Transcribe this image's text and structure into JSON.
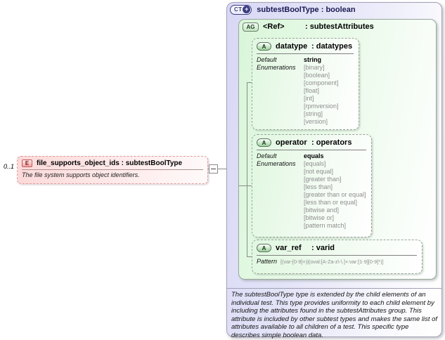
{
  "complex_type": {
    "badge": "CT",
    "plus": "+",
    "title": "subtestBoolType : boolean",
    "annotation": "The subtestBoolType type is extended by the child elements of an individual test.  This type provides uniformity to each child element by including the attributes found in the subtestAttributes group.  This attribute is included by other subtest types and makes the same list of attributes available to all children of a test.  This specific type describes simple boolean data."
  },
  "attribute_group": {
    "badge": "AG",
    "name": "<Ref>",
    "type": ": subtestAttributes"
  },
  "attributes": {
    "datatype": {
      "badge": "A",
      "name": "datatype",
      "type": ": datatypes",
      "default_label": "Default",
      "default_value": "string",
      "enumerations_label": "Enumerations",
      "enumerations": [
        "[binary]",
        "[boolean]",
        "[component]",
        "[float]",
        "[int]",
        "[rpmversion]",
        "[string]",
        "[version]"
      ]
    },
    "operator": {
      "badge": "A",
      "name": "operator",
      "type": ": operators",
      "default_label": "Default",
      "default_value": "equals",
      "enumerations_label": "Enumerations",
      "enumerations": [
        "[equals]",
        "[not equal]",
        "[greater than]",
        "[less than]",
        "[greater than or equal]",
        "[less than or equal]",
        "[bitwise and]",
        "[bitwise or]",
        "[pattern match]"
      ]
    },
    "var_ref": {
      "badge": "A",
      "name": "var_ref",
      "type": ": varid",
      "pattern_label": "Pattern",
      "pattern_value": "[(var-[0-9]+)|(oval:[A-Za-z\\-\\.]+:var:[1-9][0-9]*)]"
    }
  },
  "element": {
    "badge": "E",
    "occurrence": "0..1",
    "title": "file_supports_object_ids : subtestBoolType",
    "description": "The file system supports object identifiers."
  },
  "colors": {
    "ct_fill": "#d8d8f6",
    "ag_fill": "#d9f6d9",
    "attr_fill": "#e0f7e0",
    "element_fill": "#fcd9d9",
    "badge_navy": "#3c3c85",
    "enum_gray": "#8f8f8f"
  }
}
